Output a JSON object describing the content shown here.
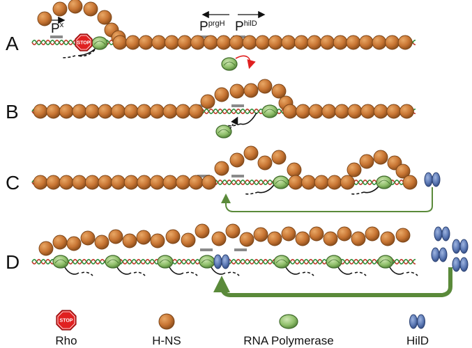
{
  "panels": [
    "A",
    "B",
    "C",
    "D"
  ],
  "promoters": {
    "px": {
      "base": "P",
      "sup": "x"
    },
    "prgh": {
      "base": "P",
      "sup": "prgH"
    },
    "hild": {
      "base": "P",
      "sup": "hilD"
    }
  },
  "stop_sign_text": "STOP",
  "legend": {
    "rho": "Rho",
    "hns": "H-NS",
    "rnap": "RNA Polymerase",
    "hild": "HilD"
  },
  "colors": {
    "hns_fill": "#c87533",
    "hns_stroke": "#7a4417",
    "rnap_fill": "#8fbf6a",
    "rnap_stroke": "#3f6b2a",
    "hild_fill": "#5b78b4",
    "hild_stroke": "#2c4272",
    "rho_red": "#e02020",
    "dna_red": "#c0392b",
    "dna_green": "#2f8f3a",
    "arrow_green": "#5a8a3a",
    "arrow_red": "#e02020",
    "promoter_bar": "#8a8a8a"
  }
}
